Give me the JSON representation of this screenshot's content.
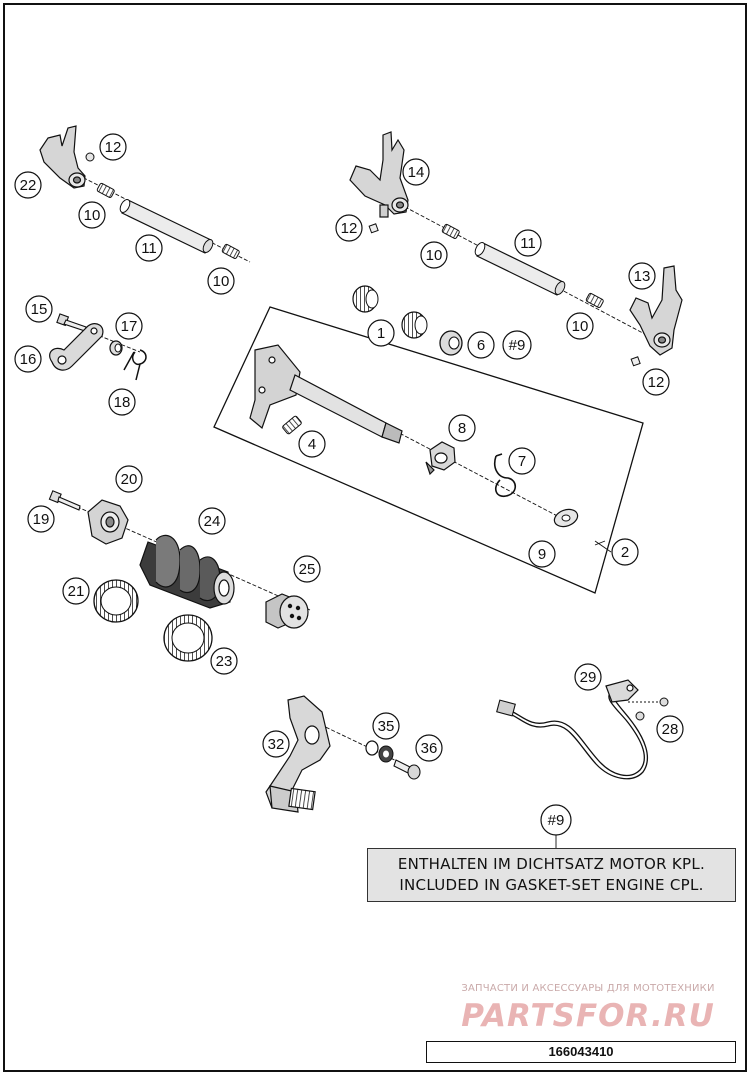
{
  "callouts": [
    {
      "label": "1"
    },
    {
      "label": "2"
    },
    {
      "label": "4"
    },
    {
      "label": "6"
    },
    {
      "label": "#9"
    },
    {
      "label": "7"
    },
    {
      "label": "8"
    },
    {
      "label": "9"
    },
    {
      "label": "10"
    },
    {
      "label": "10"
    },
    {
      "label": "10"
    },
    {
      "label": "10"
    },
    {
      "label": "11"
    },
    {
      "label": "11"
    },
    {
      "label": "12"
    },
    {
      "label": "12"
    },
    {
      "label": "12"
    },
    {
      "label": "13"
    },
    {
      "label": "14"
    },
    {
      "label": "15"
    },
    {
      "label": "16"
    },
    {
      "label": "17"
    },
    {
      "label": "18"
    },
    {
      "label": "19"
    },
    {
      "label": "20"
    },
    {
      "label": "21"
    },
    {
      "label": "22"
    },
    {
      "label": "23"
    },
    {
      "label": "24"
    },
    {
      "label": "25"
    },
    {
      "label": "28"
    },
    {
      "label": "29"
    },
    {
      "label": "32"
    },
    {
      "label": "35"
    },
    {
      "label": "36"
    },
    {
      "label": "#9"
    }
  ],
  "note": {
    "line1": "ENTHALTEN IM DICHTSATZ MOTOR KPL.",
    "line2": "INCLUDED IN GASKET-SET ENGINE CPL."
  },
  "watermark": {
    "subtitle": "ЗАПЧАСТИ И АКСЕССУАРЫ ДЛЯ МОТОТЕХНИКИ",
    "brand": "PARTSFOR.RU"
  },
  "drawing_code": "166043410"
}
